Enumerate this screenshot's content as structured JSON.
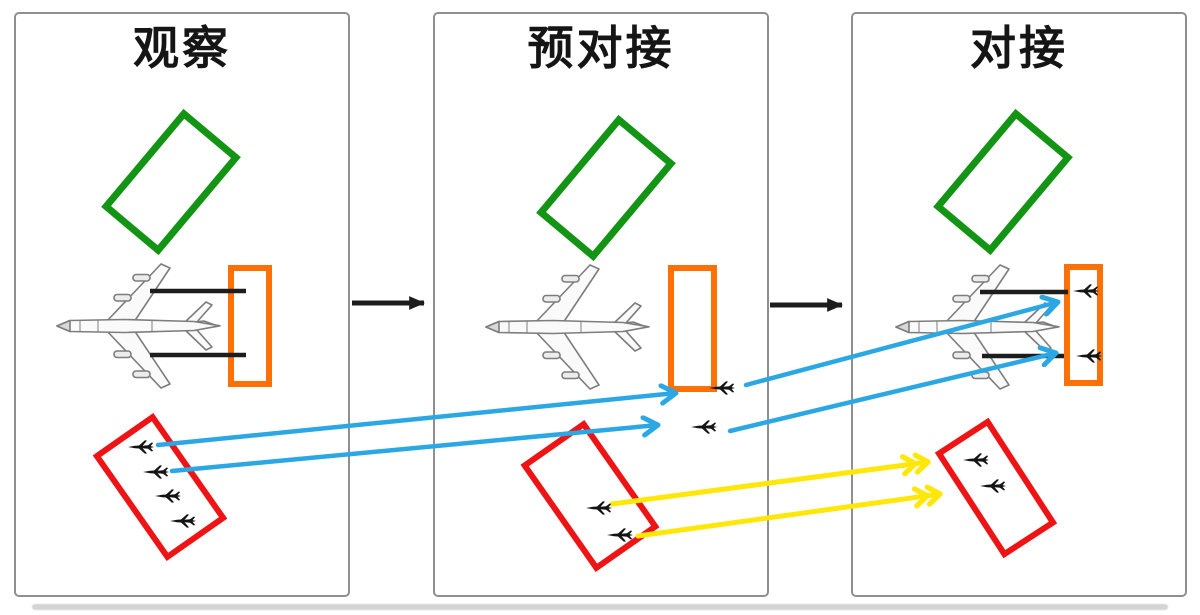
{
  "colors": {
    "background": "#ffffff",
    "panel_border": "#8f8f8f",
    "title_text": "#151515",
    "zone_far": "#149414",
    "zone_contact": "#fd7006",
    "zone_queue": "#ee1315",
    "path_primary": "#2ba8e4",
    "path_secondary": "#ffe70a",
    "connector": "#1d1d1d",
    "aircraft_line": "#7d7d7d",
    "fighter_fill": "#141414"
  },
  "panels": [
    {
      "id": "observe",
      "title": "观察"
    },
    {
      "id": "predock",
      "title": "预对接"
    },
    {
      "id": "dock",
      "title": "对接"
    }
  ],
  "icons": {
    "tanker": "tanker-aircraft-icon",
    "fighter": "fighter-jet-icon",
    "stage_arrow": "right-arrow-icon",
    "blue_arrowhead": "chevron-arrowhead-icon",
    "yellow_arrowhead": "double-chevron-arrowhead-icon"
  }
}
